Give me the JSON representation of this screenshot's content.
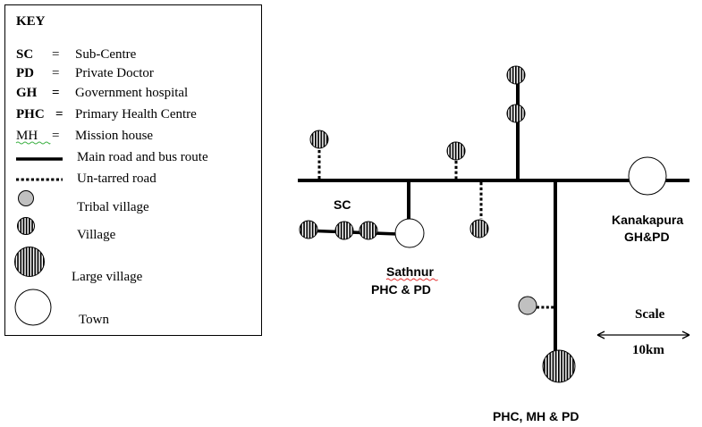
{
  "key": {
    "title": "KEY",
    "abbreviations": [
      {
        "abbr": "SC",
        "eq": "=",
        "meaning": "Sub-Centre"
      },
      {
        "abbr": "PD",
        "eq": "=",
        "meaning": "Private Doctor"
      },
      {
        "abbr": "GH",
        "eq": "=",
        "meaning": "Government hospital"
      },
      {
        "abbr": "PHC",
        "eq": "=",
        "meaning": "Primary Health Centre"
      },
      {
        "abbr": "MH",
        "eq": "=",
        "meaning": "Mission house"
      }
    ],
    "symbols": [
      {
        "kind": "main-road",
        "label": "Main road and bus route"
      },
      {
        "kind": "untarred-road",
        "label": "Un-tarred road"
      },
      {
        "kind": "tribal-village",
        "label": "Tribal village"
      },
      {
        "kind": "village",
        "label": "Village"
      },
      {
        "kind": "large-village",
        "label": "Large village"
      },
      {
        "kind": "town",
        "label": "Town"
      }
    ]
  },
  "labels": {
    "sc": "SC",
    "sathnur_name": "Sathnur",
    "sathnur_services": "PHC & PD",
    "kanakapura_name": "Kanakapura",
    "kanakapura_services": "GH&PD",
    "south_services": "PHC, MH & PD"
  },
  "scale": {
    "title": "Scale",
    "distance": "10km"
  },
  "colors": {
    "tribal_fill": "#c0c0c0",
    "line": "#000000",
    "town_fill": "#ffffff"
  }
}
